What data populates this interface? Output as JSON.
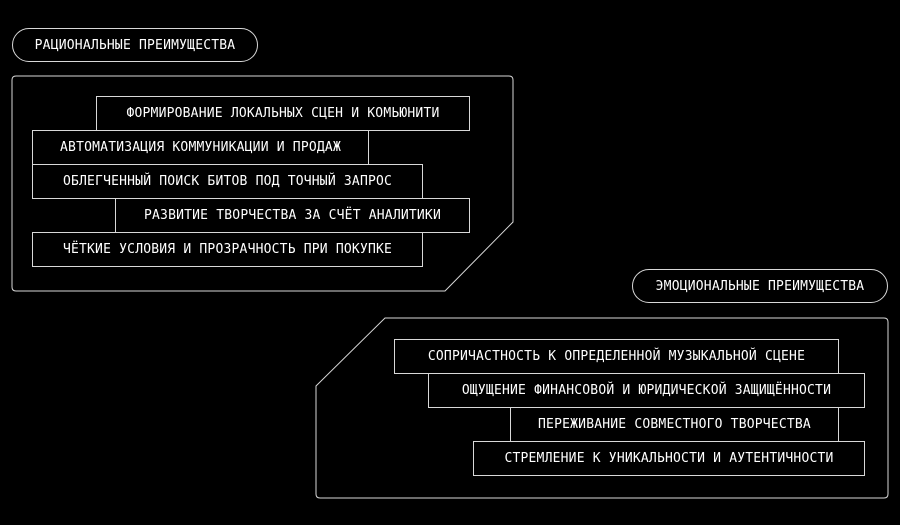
{
  "colors": {
    "background": "#000000",
    "stroke": "#d8d8d8",
    "text": "#ffffff"
  },
  "rational": {
    "title": "РАЦИОНАЛЬНЫЕ ПРЕИМУЩЕСТВА",
    "items": [
      "ФОРМИРОВАНИЕ ЛОКАЛЬНЫХ СЦЕН И КОМЬЮНИТИ",
      "АВТОМАТИЗАЦИЯ КОММУНИКАЦИИ И ПРОДАЖ",
      "ОБЛЕГЧЕННЫЙ ПОИСК БИТОВ ПОД ТОЧНЫЙ ЗАПРОС",
      "РАЗВИТИЕ ТВОРЧЕСТВА ЗА СЧЁТ АНАЛИТИКИ",
      "ЧЁТКИЕ УСЛОВИЯ И ПРОЗРАЧНОСТЬ ПРИ ПОКУПКЕ"
    ]
  },
  "emotional": {
    "title": "ЭМОЦИОНАЛЬНЫЕ ПРЕИМУЩЕСТВА",
    "items": [
      "СОПРИЧАСТНОСТЬ К ОПРЕДЕЛЕННОЙ МУЗЫКАЛЬНОЙ СЦЕНЕ",
      "ОЩУЩЕНИЕ ФИНАНСОВОЙ И ЮРИДИЧЕСКОЙ ЗАЩИЩЁННОСТИ",
      "ПЕРЕЖИВАНИЕ СОВМЕСТНОГО ТВОРЧЕСТВА",
      "СТРЕМЛЕНИЕ К УНИКАЛЬНОСТИ И АУТЕНТИЧНОСТИ"
    ]
  }
}
